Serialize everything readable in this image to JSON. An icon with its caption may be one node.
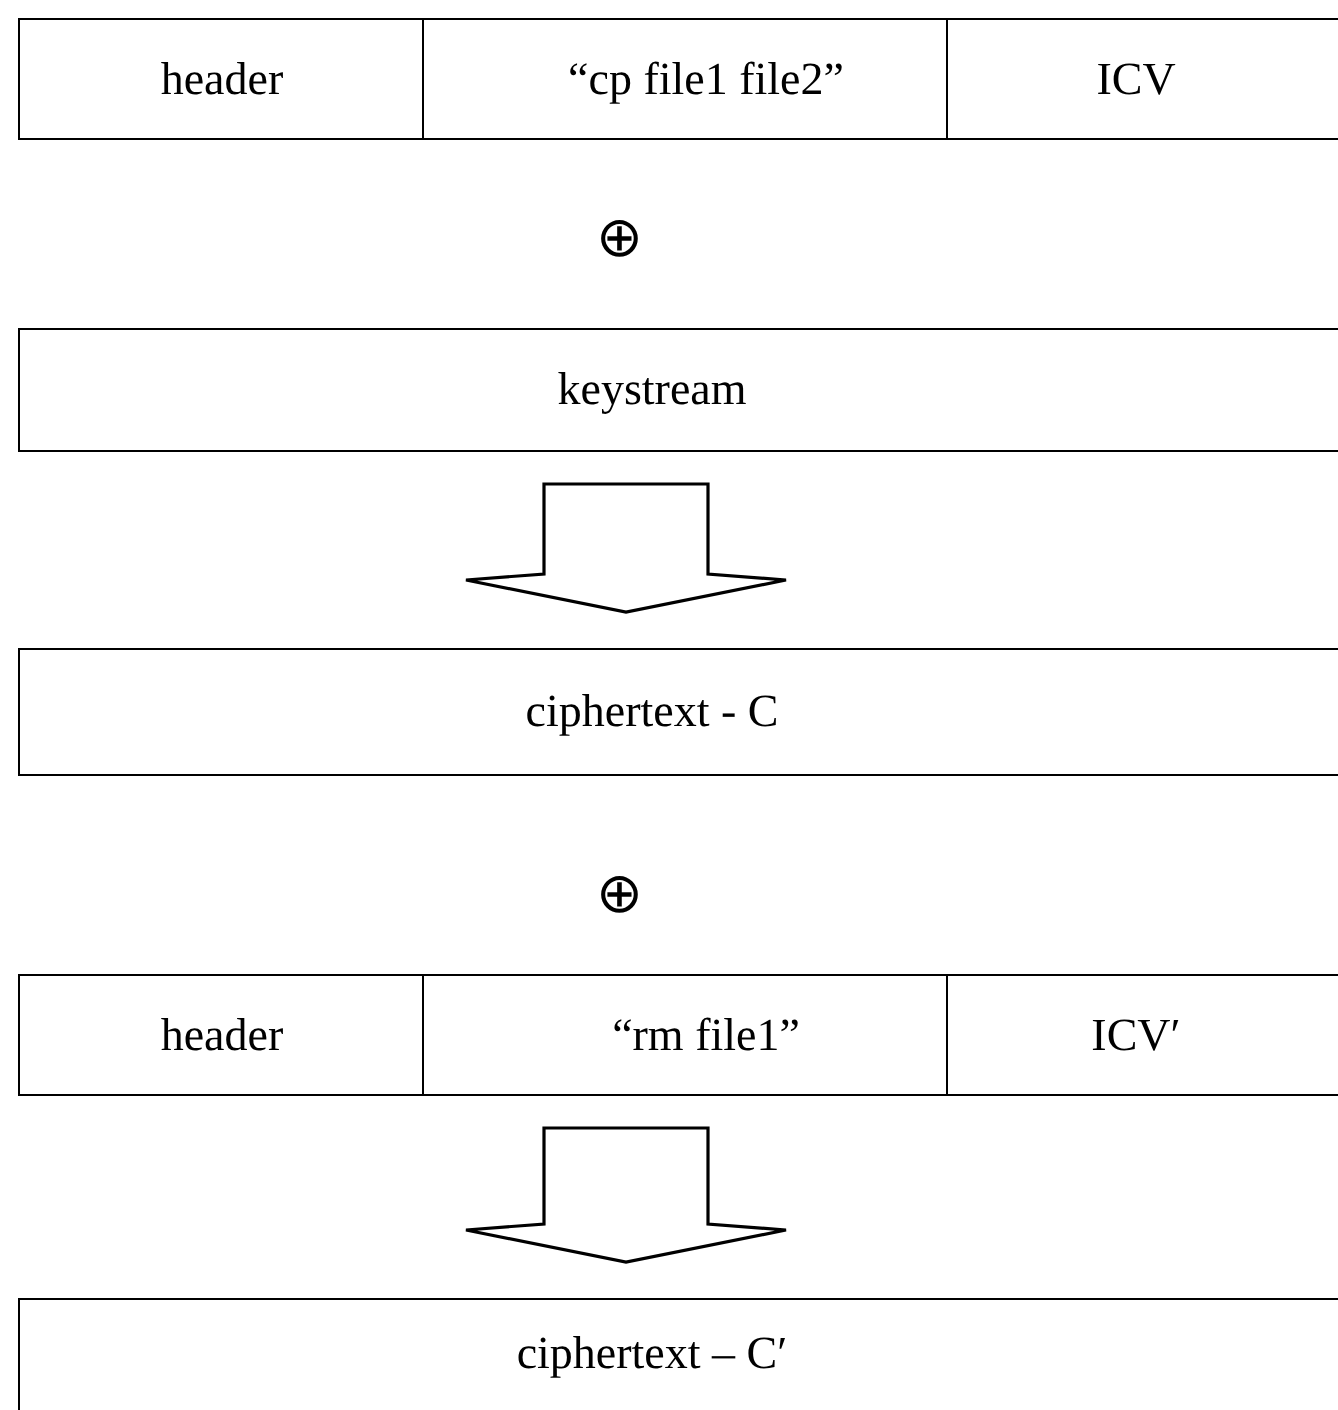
{
  "diagram": {
    "nodes": [
      {
        "text": [
          "header"
        ]
      },
      {
        "text": [
          "“cp file1 file2”"
        ]
      },
      {
        "text": [
          "ICV"
        ]
      },
      {
        "text": [
          "keystream"
        ]
      },
      {
        "text": [
          "ciphertext - C"
        ]
      },
      {
        "text": [
          "header"
        ]
      },
      {
        "text": [
          "“rm file1”"
        ]
      },
      {
        "text": [
          "ICV′"
        ]
      },
      {
        "text": [
          "ciphertext – C′"
        ]
      }
    ],
    "edges": [
      {
        "from": 3,
        "to": 4,
        "arrow": "to"
      },
      {
        "from": 6,
        "to": 8,
        "arrow": "to"
      }
    ],
    "labels": [
      "⊕",
      "⊕"
    ]
  }
}
